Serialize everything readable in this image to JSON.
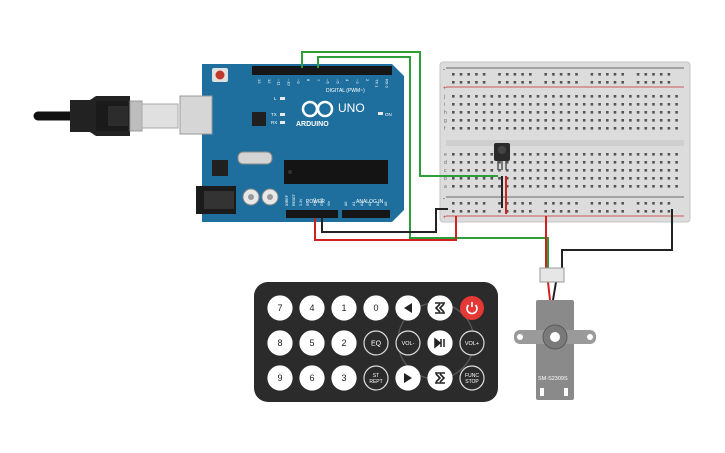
{
  "arduino": {
    "brand": "ARDUINO",
    "model": "UNO",
    "digital_label": "DIGITAL (PWM~)",
    "power_label": "POWER",
    "analog_label": "ANALOG IN",
    "on_label": "ON",
    "l_label": "L",
    "tx_label": "TX",
    "rx_label": "RX",
    "aref": "AREF",
    "gnd": "GND",
    "digital_pins": [
      "13",
      "12",
      "~11",
      "~10",
      "~9",
      "8",
      "7",
      "~6",
      "~5",
      "4",
      "~3",
      "2",
      "TX 1",
      "RX 0"
    ],
    "power_pins": [
      "IOREF",
      "RESET",
      "3.3V",
      "5V",
      "GND",
      "GND",
      "Vin"
    ],
    "analog_pins": [
      "A0",
      "A1",
      "A2",
      "A3",
      "A4",
      "A5"
    ]
  },
  "breadboard": {
    "row_letters": [
      "a",
      "b",
      "c",
      "d",
      "e",
      "f",
      "g",
      "h",
      "i",
      "j"
    ],
    "plus": "+",
    "minus": "-"
  },
  "remote": {
    "row1": [
      "7",
      "4",
      "1",
      "0"
    ],
    "row2": [
      "8",
      "5",
      "2",
      "EQ",
      "VOL-",
      "VOL+"
    ],
    "row3": [
      "9",
      "6",
      "3",
      "ST/REPT",
      "FUNC/STOP"
    ]
  },
  "servo": {
    "model": "SM-S2309S"
  },
  "colors": {
    "board_blue": "#1f6f9e",
    "breadboard": "#dcdcdc",
    "wire_green": "#2e9e3a",
    "wire_red": "#d02020",
    "wire_black": "#222222",
    "remote_body": "#2b2b2b",
    "power_button": "#e53935",
    "servo_body": "#8a8a8a"
  }
}
